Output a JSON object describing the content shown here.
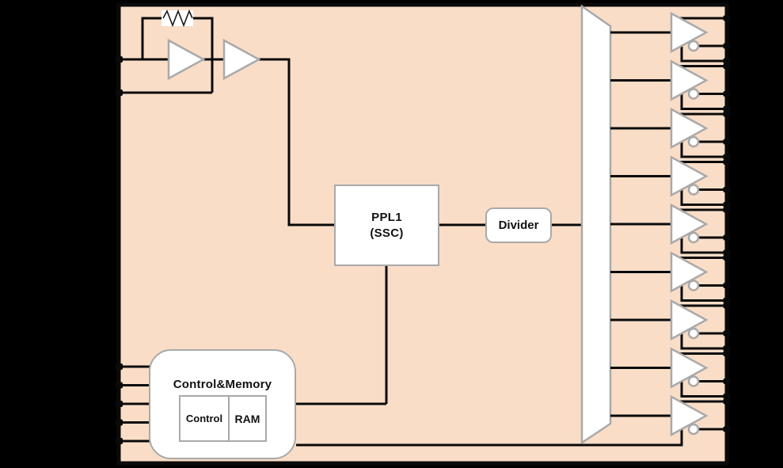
{
  "diagram": {
    "kind": "ic-block-diagram",
    "colors": {
      "background": "#000000",
      "chip_fill": "#f9ddc7",
      "chip_outline": "#0a0a0a",
      "block_fill": "#ffffff",
      "block_border": "#a9a9a9",
      "wire": "#0a0a0a"
    }
  },
  "blocks": {
    "pll": {
      "line1": "PPL1",
      "line2": "(SSC)"
    },
    "divider": {
      "label": "Divider"
    },
    "control_memory": {
      "title": "Control&Memory",
      "children": {
        "control": "Control",
        "ram": "RAM"
      }
    }
  },
  "oscillator": {
    "symbols": [
      "feedback-resistor",
      "amplifier-buffer",
      "amplifier-buffer"
    ],
    "left_pin_count": 2
  },
  "distribution": {
    "symbol": "fanout-trapezoid"
  },
  "outputs": {
    "count": 9,
    "has_inverted_bubble": true,
    "lines_per_buffer": 3,
    "last_buffer_third_line_connects_to": "control_memory"
  },
  "control_pins": {
    "left_pin_count": 5
  }
}
